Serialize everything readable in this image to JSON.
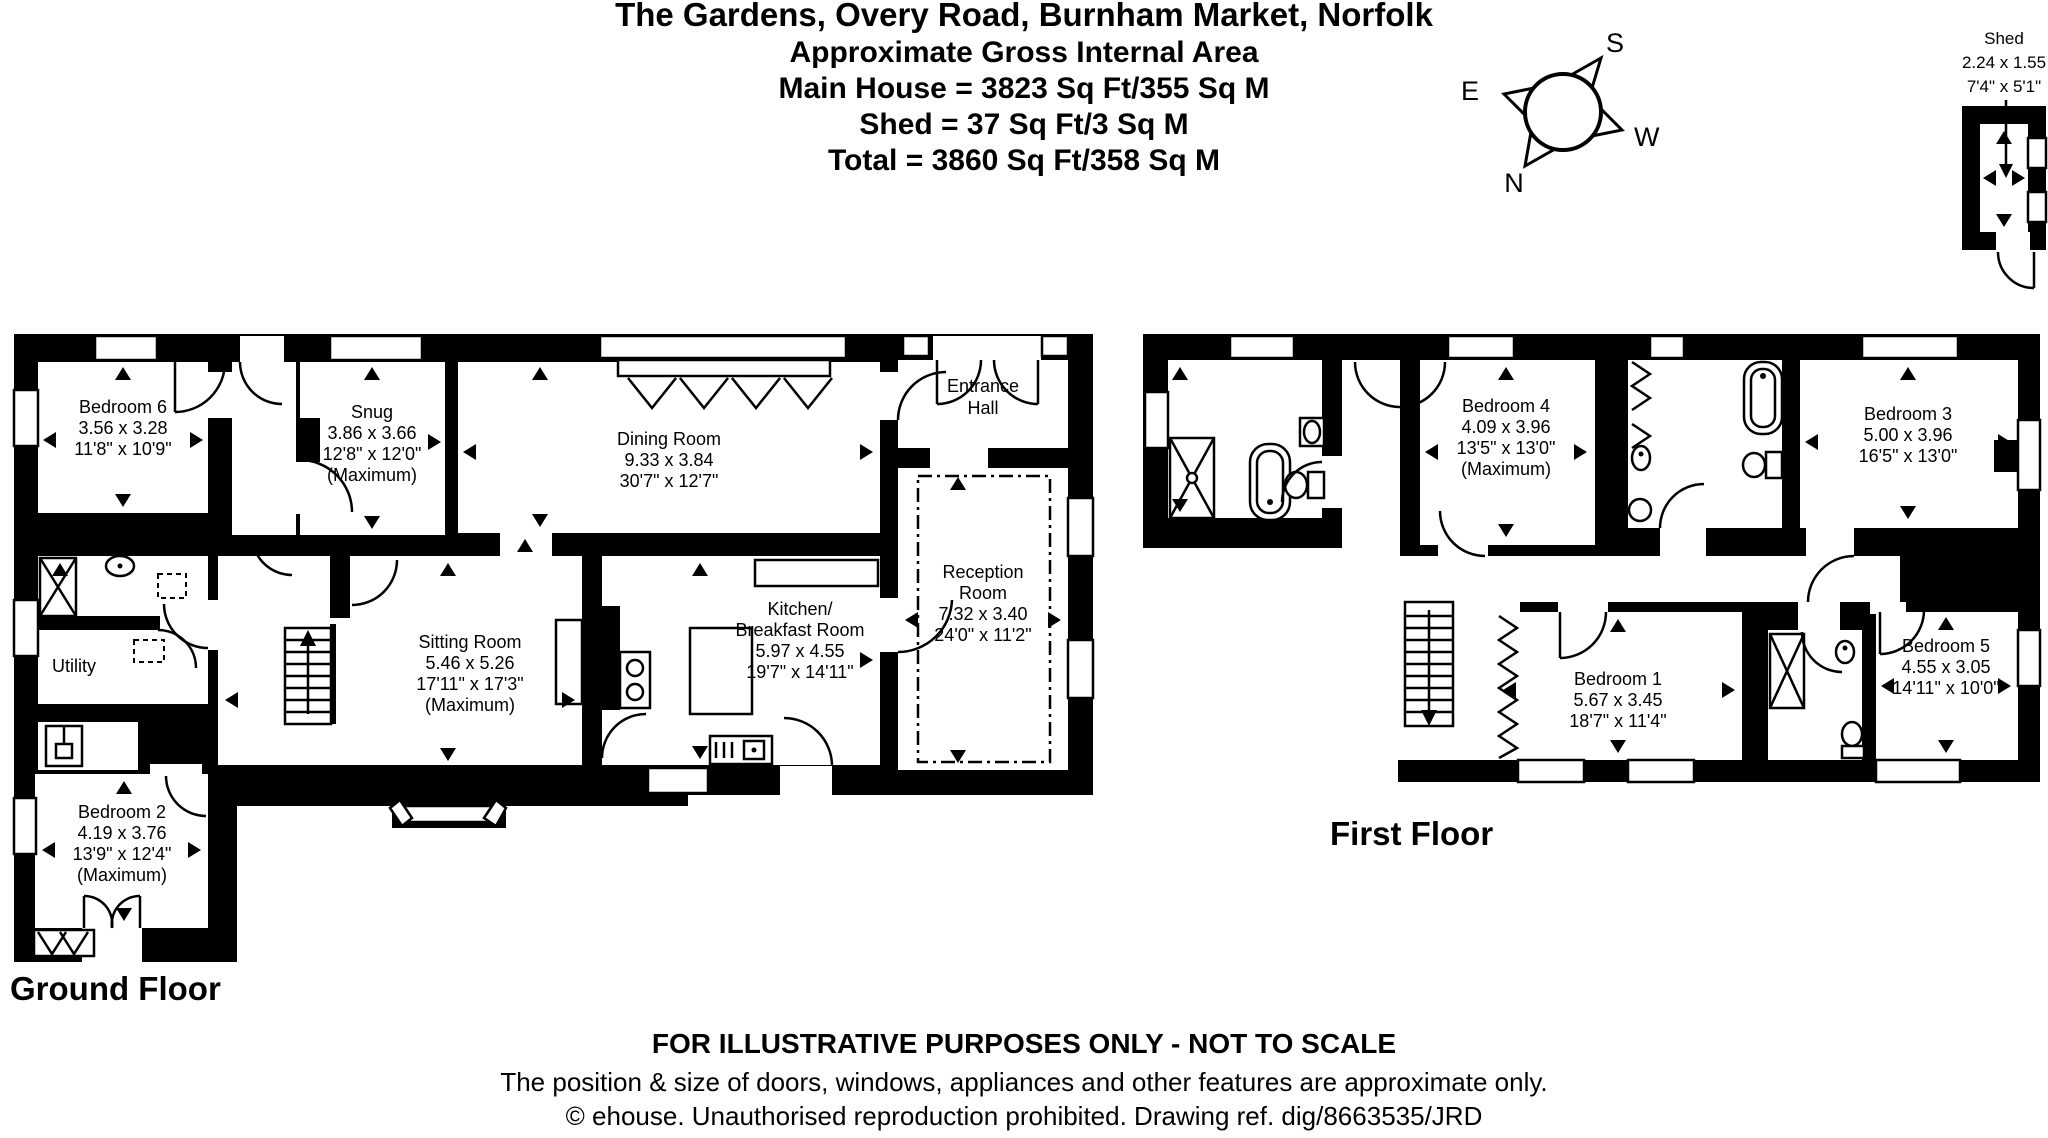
{
  "title": {
    "address": "The Gardens, Overy Road, Burnham Market, Norfolk",
    "subtitle": "Approximate Gross Internal Area",
    "main_house": "Main House = 3823 Sq Ft/355 Sq M",
    "shed": "Shed = 37 Sq Ft/3 Sq M",
    "total": "Total = 3860 Sq Ft/358 Sq M"
  },
  "compass": {
    "n": "N",
    "e": "E",
    "s": "S",
    "w": "W"
  },
  "shed": {
    "name": "Shed",
    "metric": "2.24 x 1.55",
    "imperial": "7'4\" x 5'1\""
  },
  "ground_floor": {
    "label": "Ground Floor",
    "rooms": {
      "bedroom6": {
        "name": "Bedroom 6",
        "metric": "3.56 x 3.28",
        "imperial": "11'8\" x 10'9\""
      },
      "snug": {
        "name": "Snug",
        "metric": "3.86 x 3.66",
        "imperial": "12'8\" x 12'0\"",
        "note": "(Maximum)"
      },
      "dining": {
        "name": "Dining Room",
        "metric": "9.33 x 3.84",
        "imperial": "30'7\" x 12'7\""
      },
      "entrance": {
        "line1": "Entrance",
        "line2": "Hall"
      },
      "reception": {
        "line1": "Reception",
        "line2": "Room",
        "metric": "7.32 x 3.40",
        "imperial": "24'0\" x 11'2\""
      },
      "sitting": {
        "name": "Sitting Room",
        "metric": "5.46 x 5.26",
        "imperial": "17'11\" x 17'3\"",
        "note": "(Maximum)"
      },
      "kitchen": {
        "line1": "Kitchen/",
        "line2": "Breakfast Room",
        "metric": "5.97 x 4.55",
        "imperial": "19'7\" x 14'11\""
      },
      "utility": {
        "name": "Utility"
      },
      "bedroom2": {
        "name": "Bedroom 2",
        "metric": "4.19 x 3.76",
        "imperial": "13'9\" x 12'4\"",
        "note": "(Maximum)"
      }
    }
  },
  "first_floor": {
    "label": "First Floor",
    "rooms": {
      "bedroom4": {
        "name": "Bedroom 4",
        "metric": "4.09 x 3.96",
        "imperial": "13'5\" x 13'0\"",
        "note": "(Maximum)"
      },
      "bedroom3": {
        "name": "Bedroom 3",
        "metric": "5.00 x 3.96",
        "imperial": "16'5\" x 13'0\""
      },
      "bedroom1": {
        "name": "Bedroom 1",
        "metric": "5.67 x 3.45",
        "imperial": "18'7\" x 11'4\""
      },
      "bedroom5": {
        "name": "Bedroom 5",
        "metric": "4.55 x 3.05",
        "imperial": "14'11\" x 10'0\""
      }
    }
  },
  "footer": {
    "line1": "FOR ILLUSTRATIVE PURPOSES ONLY - NOT TO SCALE",
    "line2": "The position & size of doors, windows, appliances and other features are approximate only.",
    "line3": "© ehouse. Unauthorised reproduction prohibited. Drawing ref. dig/8663535/JRD"
  }
}
